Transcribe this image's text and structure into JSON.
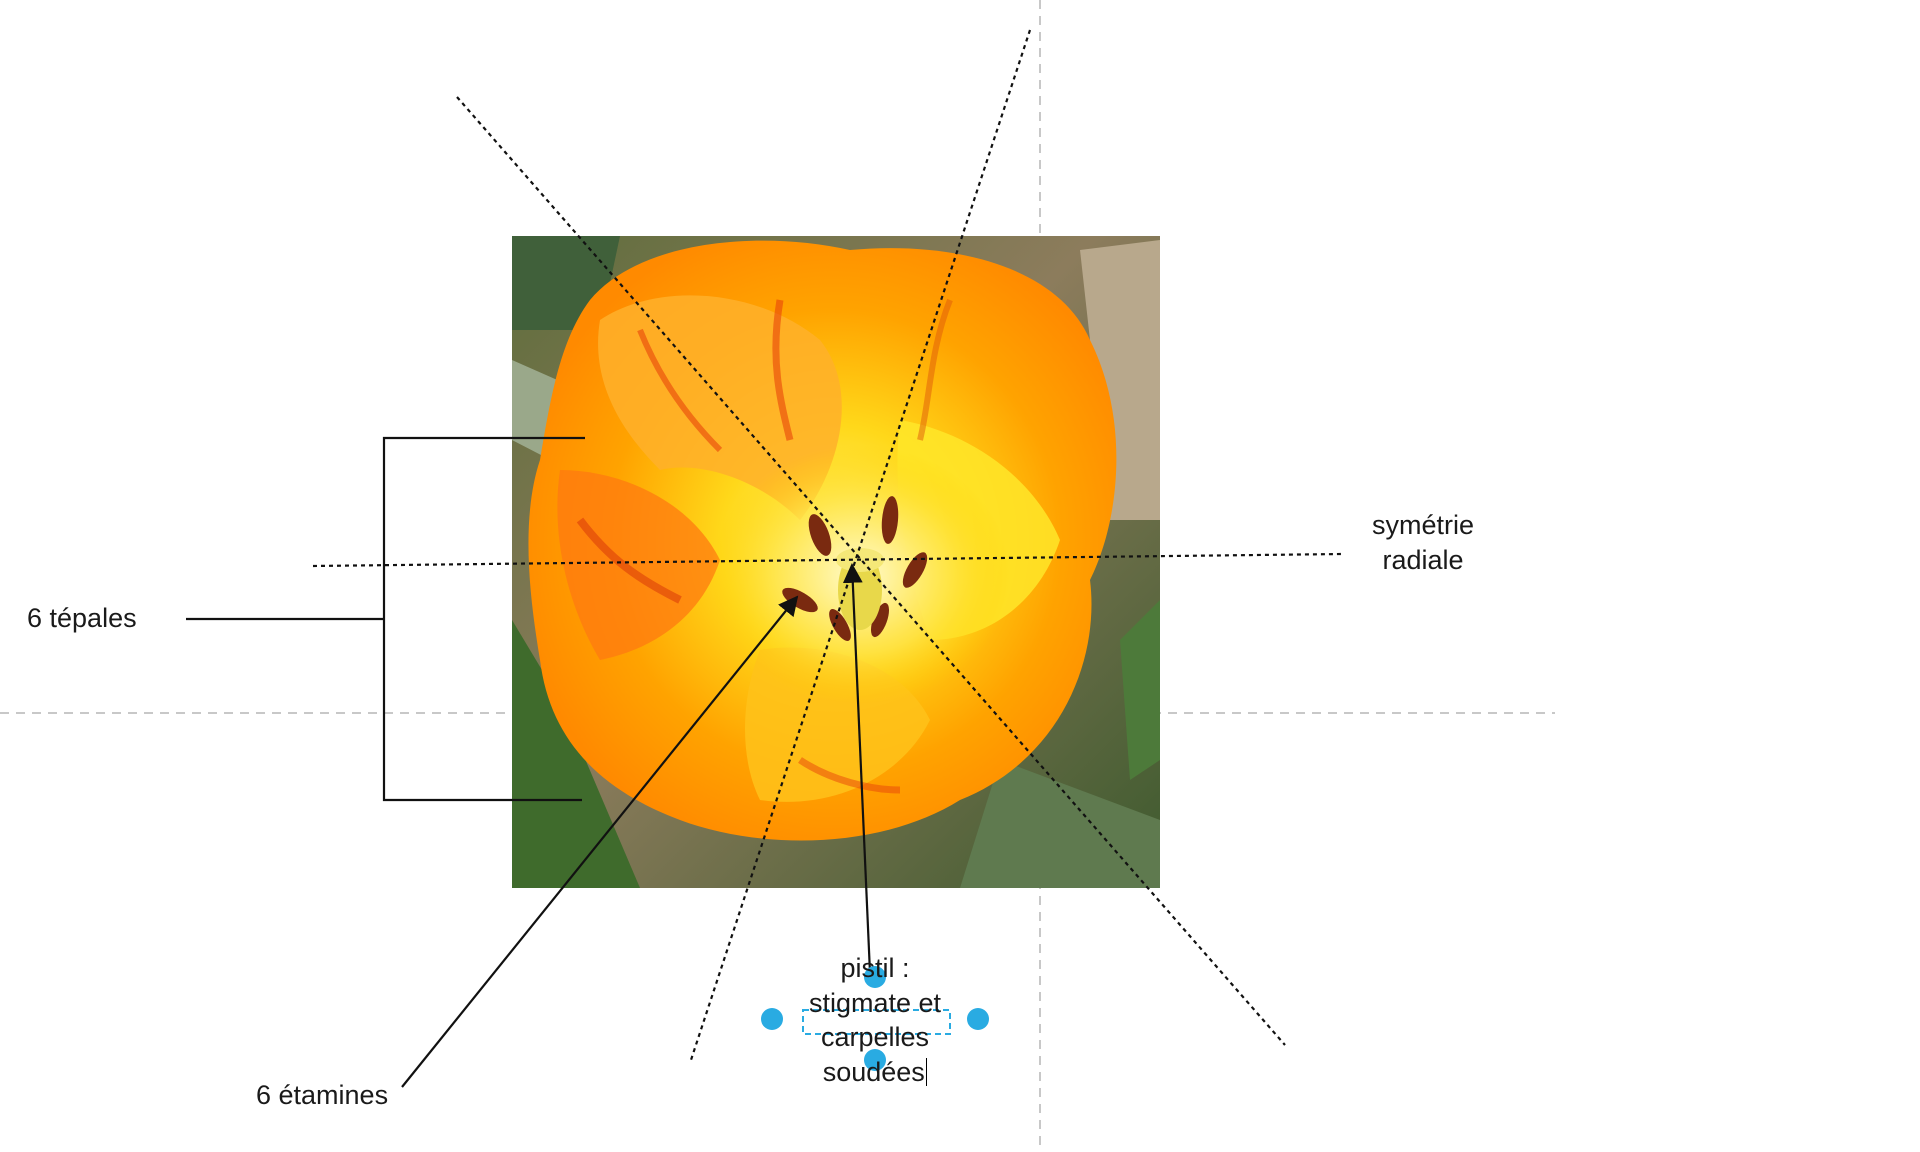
{
  "labels": {
    "tepales": "6 tépales",
    "etamines": "6 étamines",
    "symmetry": [
      "symétrie",
      "radiale"
    ],
    "pistil": [
      "pistil :",
      "stigmate et",
      "carpelles",
      "soudées"
    ]
  },
  "colors": {
    "selection_handle": "#29abe2",
    "guide_dash": "#c8c8c8",
    "line": "#111111"
  },
  "icons": {
    "selection_handle": "circle"
  }
}
